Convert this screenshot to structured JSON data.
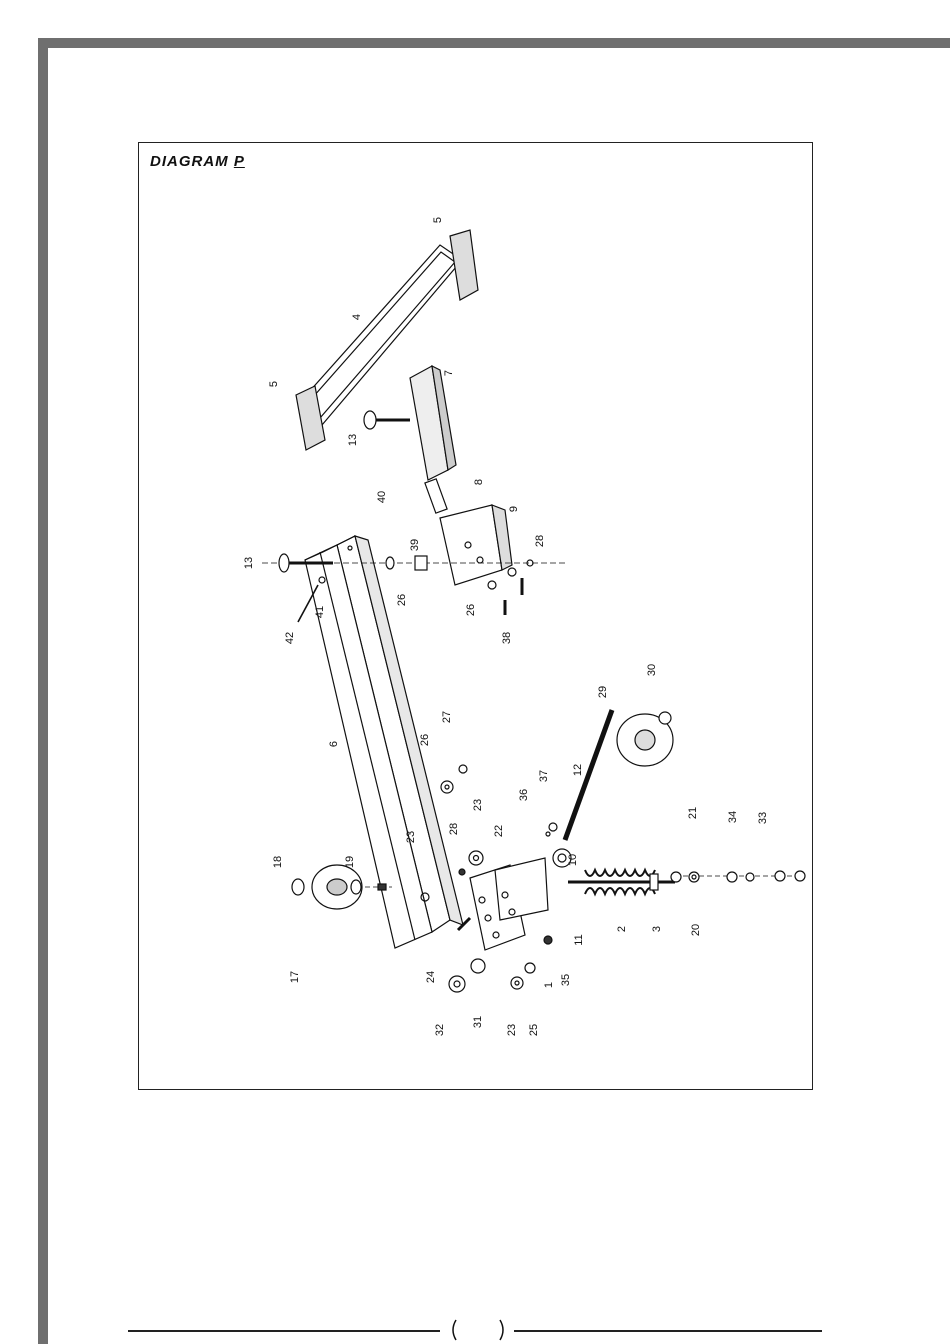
{
  "diagram": {
    "title_prefix": "DIAGRAM ",
    "title_letter": "P",
    "part_labels": [
      {
        "id": "p5a",
        "text": "5"
      },
      {
        "id": "p4",
        "text": "4"
      },
      {
        "id": "p5b",
        "text": "5"
      },
      {
        "id": "p7",
        "text": "7"
      },
      {
        "id": "p13a",
        "text": "13"
      },
      {
        "id": "p8",
        "text": "8"
      },
      {
        "id": "p9",
        "text": "9"
      },
      {
        "id": "p40",
        "text": "40"
      },
      {
        "id": "p13b",
        "text": "13"
      },
      {
        "id": "p39",
        "text": "39"
      },
      {
        "id": "p28a",
        "text": "28"
      },
      {
        "id": "p26a",
        "text": "26"
      },
      {
        "id": "p42",
        "text": "42"
      },
      {
        "id": "p41",
        "text": "41"
      },
      {
        "id": "p26b",
        "text": "26"
      },
      {
        "id": "p38",
        "text": "38"
      },
      {
        "id": "p6",
        "text": "6"
      },
      {
        "id": "p29",
        "text": "29"
      },
      {
        "id": "p30",
        "text": "30"
      },
      {
        "id": "p27",
        "text": "27"
      },
      {
        "id": "p26c",
        "text": "26"
      },
      {
        "id": "p12",
        "text": "12"
      },
      {
        "id": "p37",
        "text": "37"
      },
      {
        "id": "p36",
        "text": "36"
      },
      {
        "id": "p23a",
        "text": "23"
      },
      {
        "id": "p22",
        "text": "22"
      },
      {
        "id": "p28b",
        "text": "28"
      },
      {
        "id": "p23b",
        "text": "23"
      },
      {
        "id": "p10",
        "text": "10"
      },
      {
        "id": "p21",
        "text": "21"
      },
      {
        "id": "p34",
        "text": "34"
      },
      {
        "id": "p33",
        "text": "33"
      },
      {
        "id": "p18",
        "text": "18"
      },
      {
        "id": "p19",
        "text": "19"
      },
      {
        "id": "p17",
        "text": "17"
      },
      {
        "id": "p24",
        "text": "24"
      },
      {
        "id": "p32",
        "text": "32"
      },
      {
        "id": "p31",
        "text": "31"
      },
      {
        "id": "p23c",
        "text": "23"
      },
      {
        "id": "p25",
        "text": "25"
      },
      {
        "id": "p1",
        "text": "1"
      },
      {
        "id": "p35",
        "text": "35"
      },
      {
        "id": "p11",
        "text": "11"
      },
      {
        "id": "p2",
        "text": "2"
      },
      {
        "id": "p3",
        "text": "3"
      },
      {
        "id": "p20",
        "text": "20"
      }
    ]
  },
  "footer": {
    "page_number": ""
  }
}
